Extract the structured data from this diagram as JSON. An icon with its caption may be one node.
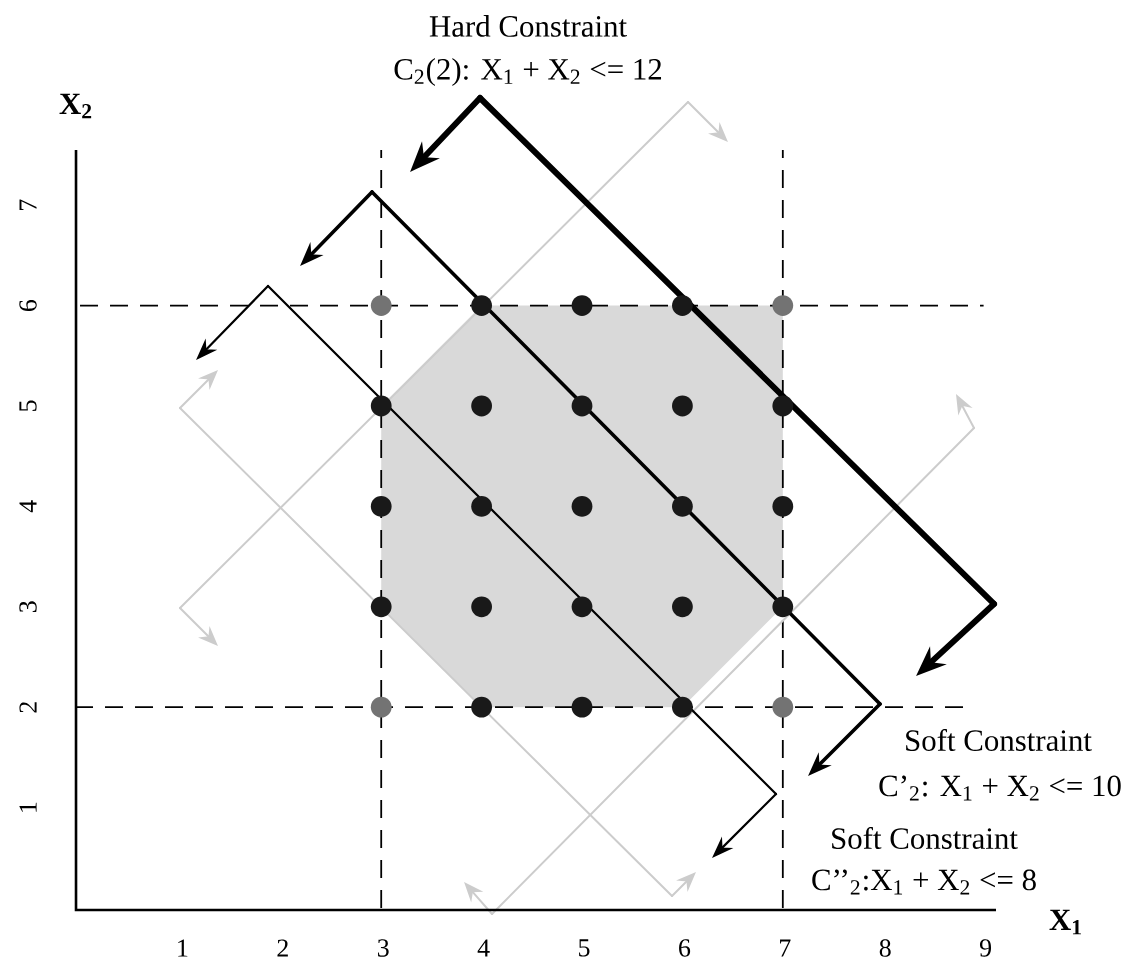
{
  "diagram": {
    "labels": [
      "Hard Constraint",
      "C$_{2}$(2): X$_{1}$ + X$_{2}$ <= 12",
      "X$_{2}$",
      "7",
      "6",
      "5",
      "4",
      "3",
      "2",
      "1",
      "Soft Constraint",
      "C’$_{2}$: X$_{1}$ + X$_{2}$ <= 10",
      "Soft Constraint",
      "C’’$_{2}$:X$_{1}$ + X$_{2}$ <= 8",
      "X$_{1}$",
      "1",
      "2",
      "3",
      "4",
      "5",
      "6",
      "7",
      "8",
      "9"
    ]
  }
}
